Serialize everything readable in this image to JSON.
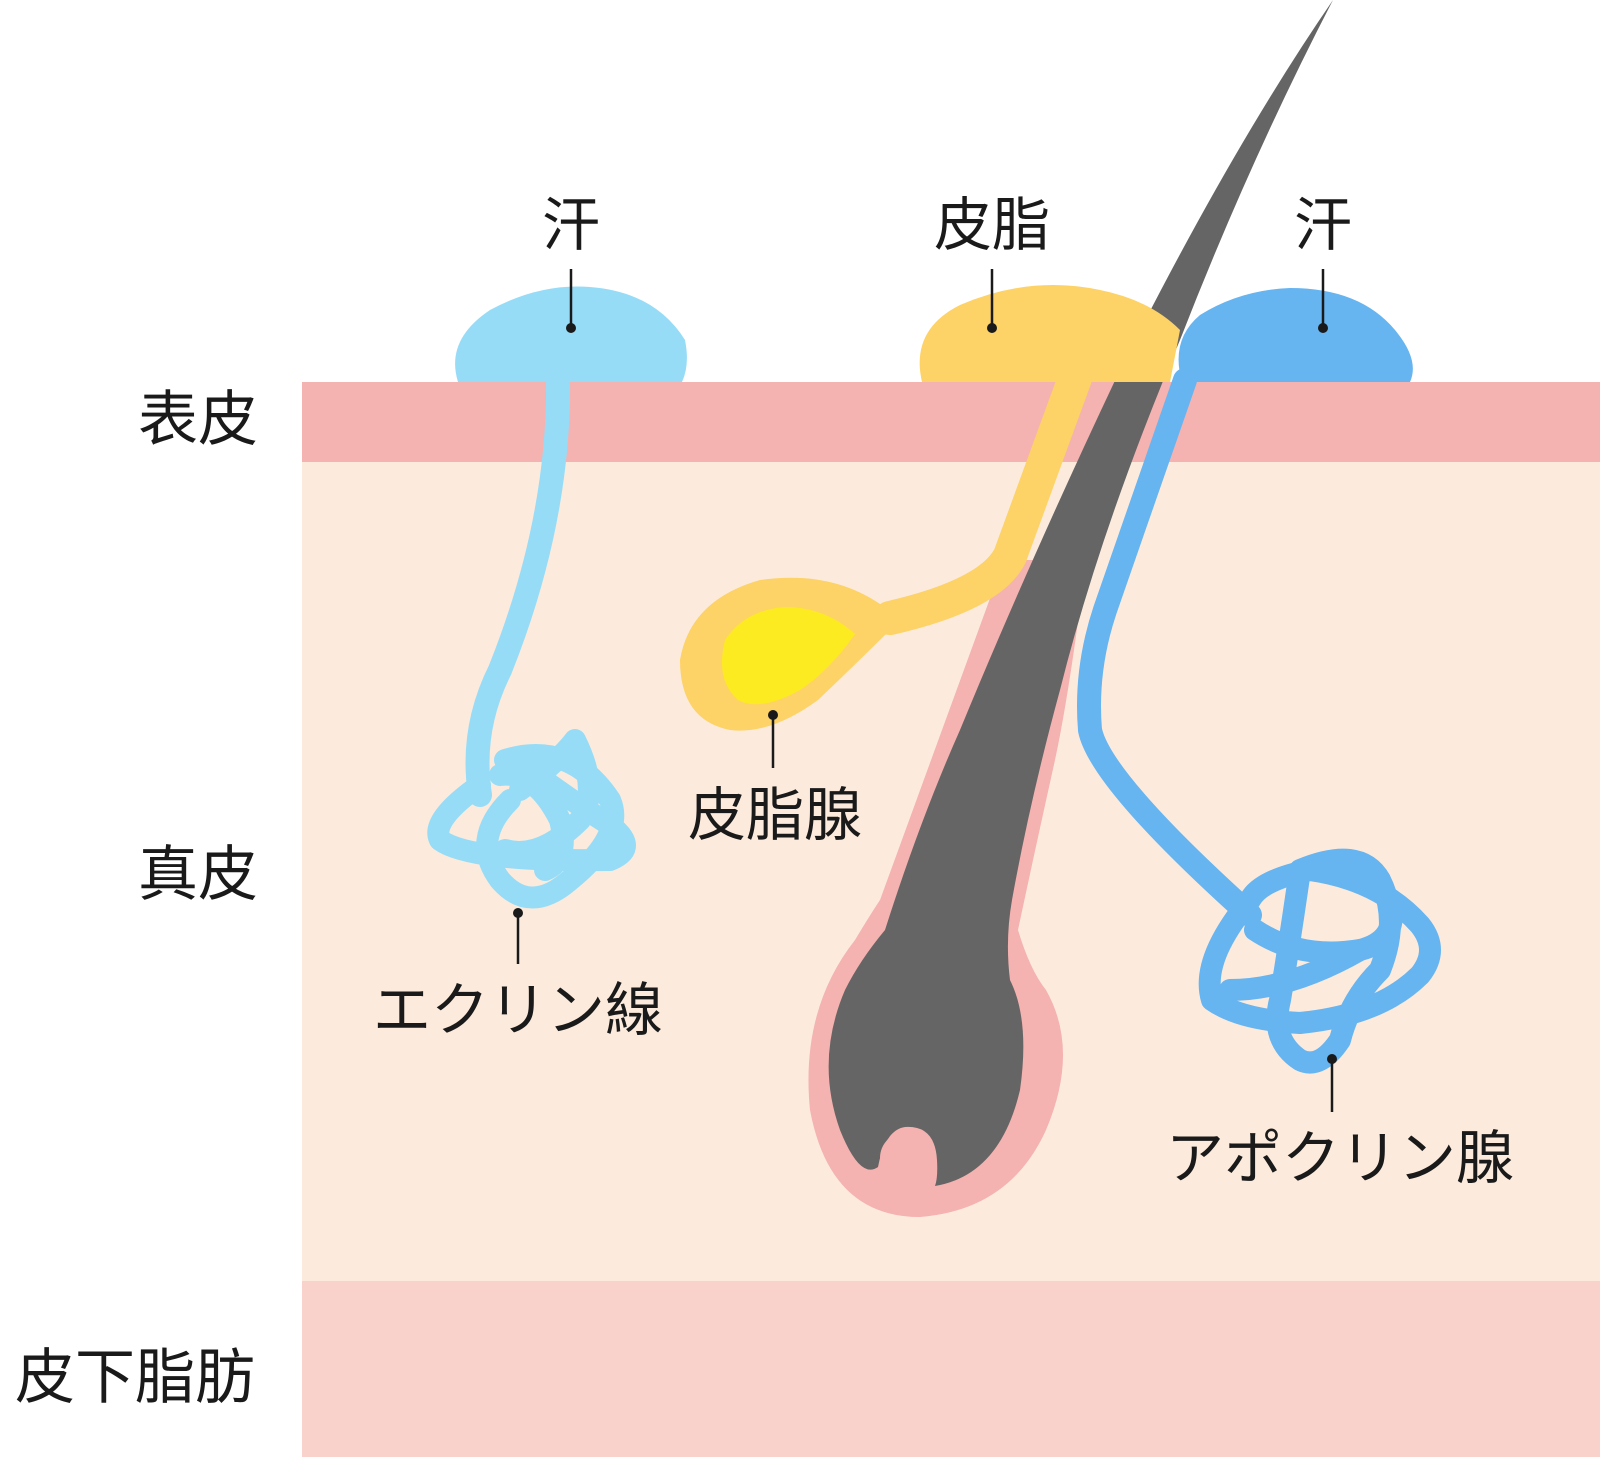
{
  "layers": {
    "epidermis": "表皮",
    "dermis": "真皮",
    "subcutaneous_fat": "皮下脂肪"
  },
  "labels": {
    "sweat_left": "汗",
    "sebum": "皮脂",
    "sweat_right": "汗",
    "sebaceous_gland": "皮脂腺",
    "eccrine_gland": "エクリン線",
    "apocrine_gland": "アポクリン腺"
  },
  "colors": {
    "epidermis": "#f4b2b0",
    "dermis": "#fcebdd",
    "subcutaneous": "#f9d3cb",
    "eccrine": "#97dcf7",
    "apocrine": "#66b4f0",
    "sebum": "#fdd267",
    "sebaceous_core": "#fdeb22",
    "hair": "#656565",
    "follicle": "#f4b2b0"
  }
}
